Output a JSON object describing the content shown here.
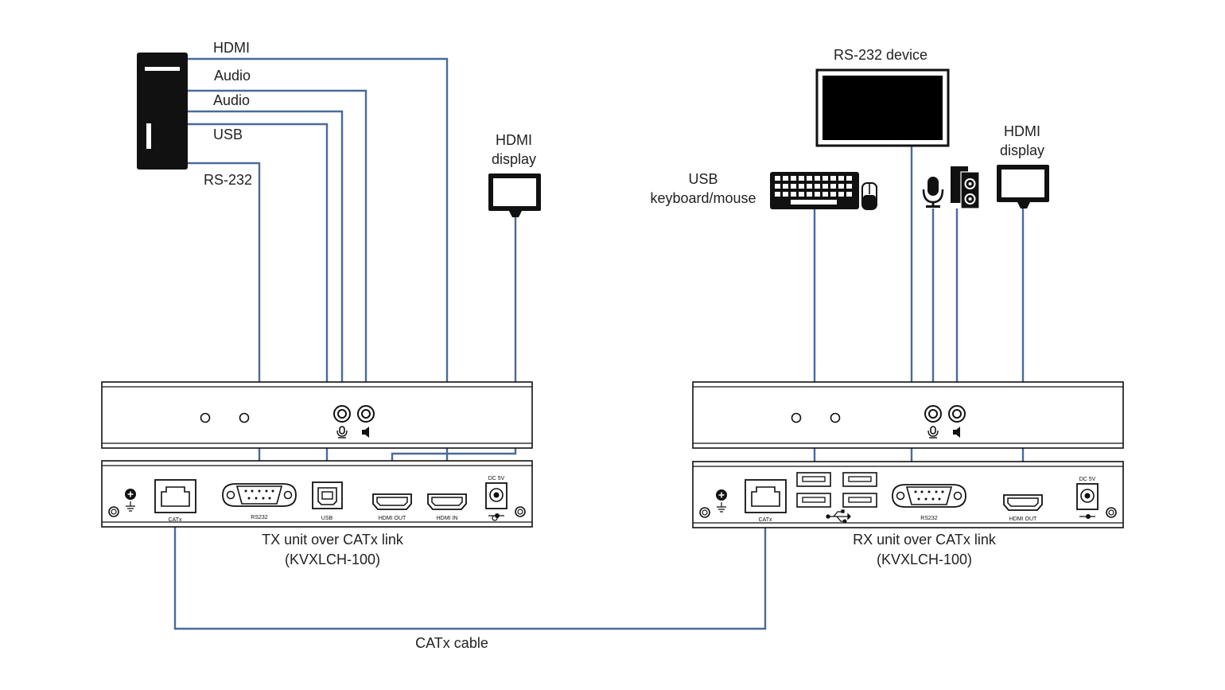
{
  "source": {
    "cables": {
      "hdmi": "HDMI",
      "audio_1": "Audio",
      "audio_2": "Audio",
      "usb": "USB",
      "rs232": "RS-232"
    }
  },
  "tx_display": {
    "line1": "HDMI",
    "line2": "display"
  },
  "rs232_device": {
    "label": "RS-232 device"
  },
  "usb_peripheral": {
    "line1": "USB",
    "line2": "keyboard/mouse"
  },
  "rx_display": {
    "line1": "HDMI",
    "line2": "display"
  },
  "tx_unit": {
    "caption1": "TX unit over CATx link",
    "caption2": "(KVXLCH-100)",
    "ports": {
      "catx": "CATx",
      "rs232": "RS232",
      "usb": "USB",
      "hdmi_out": "HDMI OUT",
      "hdmi_in": "HDMI IN",
      "dc": "DC 5V"
    }
  },
  "rx_unit": {
    "caption1": "RX unit over CATx link",
    "caption2": "(KVXLCH-100)",
    "ports": {
      "catx": "CATx",
      "rs232": "RS232",
      "hdmi_out": "HDMI OUT",
      "dc": "DC 5V"
    }
  },
  "catx_cable": {
    "label": "CATx cable"
  },
  "colors": {
    "wire": "#4a6a9c",
    "device": "#111111",
    "background": "#ffffff"
  },
  "icons": [
    "pc-tower-icon",
    "monitor-icon",
    "keyboard-icon",
    "mouse-icon",
    "microphone-icon",
    "speaker-icon",
    "ground-icon",
    "usb-symbol-icon",
    "power-polarity-icon"
  ]
}
